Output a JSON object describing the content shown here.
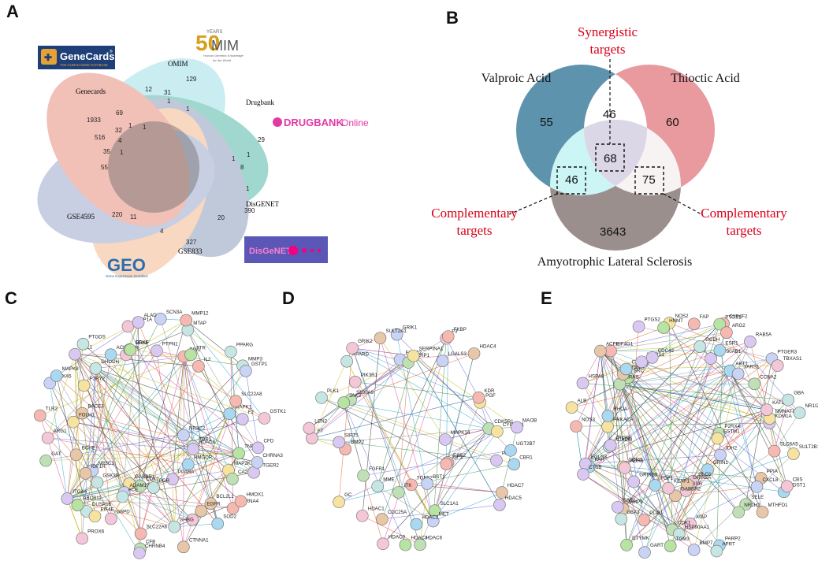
{
  "panels": {
    "a": "A",
    "b": "B",
    "c": "C",
    "d": "D",
    "e": "E"
  },
  "panel_a": {
    "logos": {
      "genecards": {
        "name": "GeneCards",
        "tagline": "THE HUMAN GENE DATABASE",
        "reg": "®"
      },
      "omim": {
        "big": "50",
        "small": "YEARS",
        "word": "MIM",
        "tagline1": "Human Genetics Knowledge",
        "tagline2": "for the World"
      },
      "drugbank": {
        "text": "DRUGBANK",
        "suffix": " Online"
      },
      "geo": {
        "text": "GEO",
        "tagline": "Gene Expression Omnibus"
      },
      "disgenet": {
        "text": "DisGeNET"
      }
    },
    "set_labels": [
      "OMIM",
      "Drugbank",
      "DisGENET",
      "GSE833",
      "GSE4595",
      "Genecards"
    ],
    "numbers": [
      "129",
      "12",
      "31",
      "1",
      "1",
      "69",
      "1933",
      "32",
      "1",
      "1",
      "516",
      "4",
      "35",
      "55",
      "29",
      "1",
      "1",
      "8",
      "1",
      "1",
      "390",
      "220",
      "11",
      "4",
      "20",
      "327"
    ]
  },
  "panel_b": {
    "synergistic": [
      "Synergistic",
      "targets"
    ],
    "complementary_left": [
      "Complementary",
      "targets"
    ],
    "complementary_right": [
      "Complementary",
      "targets"
    ],
    "set_valproic": "Valproic Acid",
    "set_thioctic": "Thioctic Acid",
    "set_als": "Amyotrophic Lateral Sclerosis",
    "values": {
      "va_only": "55",
      "ta_only": "60",
      "als_only": "3643",
      "va_ta": "46",
      "va_als": "46",
      "ta_als": "75",
      "all": "68"
    },
    "colors": {
      "valproic": "#5e93ae",
      "thioctic": "#e99a9f",
      "als": "#9a8f8d",
      "center": "#dcd7e6",
      "va_als": "#ccf5f5",
      "ta_als": "#f7f3f3",
      "highlight": "#d7001a"
    }
  },
  "panel_c": {
    "nodes": [
      "NR3C2",
      "TOP1",
      "HDAC8",
      "HMGCR",
      "PPARA",
      "PGR",
      "CDK2",
      "GABBR1",
      "ADAM17",
      "ACE",
      "NR3C1",
      "GSK3B",
      "IGF1R",
      "BCHE",
      "BACE3",
      "FOLH1",
      "P2RY2",
      "DHODH",
      "ACHE",
      "AR",
      "CDK6",
      "BRAF",
      "PTPN1",
      "PIN1",
      "TTR",
      "IL2",
      "MAPK1",
      "SLC22A8",
      "F2",
      "TNF",
      "MAP2K1",
      "CA2",
      "MIF",
      "BCL2L1",
      "EGFR",
      "SHBG",
      "SLC22A6",
      "G6PD",
      "DUSP16",
      "EIF4E",
      "ABCB11",
      "ITGA4",
      "GAT",
      "ARG1",
      "TLR2",
      "ANXA5",
      "MAPK8",
      "ABL1",
      "PTGDS",
      "FKBP1A",
      "SCN3A",
      "ALAD",
      "MTAP",
      "MMP12",
      "MMP3",
      "PPARG",
      "GSTP1",
      "CFD",
      "GSTK1",
      "PTGER2",
      "CHRNA3",
      "CHRNA4",
      "HMOX1",
      "SOD2",
      "CTNNA1",
      "CFB",
      "CHRNB4",
      "PROX6"
    ]
  },
  "panel_d": {
    "nodes": [
      "MAPK14",
      "ESR2",
      "IGF1",
      "TGFB2",
      "BST1",
      "ITK",
      "MME",
      "FGFR1",
      "BMP2",
      "SIRT5",
      "S100A9",
      "JAK3",
      "PIK3R1",
      "FGFR2",
      "PARP1",
      "SERPINA1",
      "LGALS3",
      "PGF",
      "KDR",
      "CDK5R1",
      "CYP27B1",
      "PADI4",
      "SLC1A1",
      "MET",
      "HDAC2",
      "HDAC1",
      "CDC25A",
      "GC",
      "F7",
      "LCN2",
      "PLK1",
      "PPARD",
      "GRIK2",
      "GRIK1",
      "SULT2A1",
      "F3",
      "FKBP",
      "HDAC4",
      "MAOB",
      "UGT2B7",
      "CBR1",
      "HDAC7",
      "HDAC5",
      "HDAC6",
      "HDAC3",
      "HDAC9"
    ]
  },
  "panel_e": {
    "nodes": [
      "P2RX4",
      "GSTM1",
      "IDH2",
      "GRIN1",
      "GLO1",
      "GSR",
      "GRIN2A",
      "GABBR2",
      "KEAP1",
      "GRIN2B",
      "FGF1",
      "SORD",
      "ADH5",
      "PRKACA",
      "ACADM",
      "PTPRF",
      "RHOA",
      "SRC",
      "HRAS",
      "ERBB4",
      "CSNK2A1",
      "WARS1",
      "CDC42",
      "HSP90AB1",
      "GCDH",
      "AKT1",
      "ESR1",
      "YARS1",
      "CCNA2",
      "KDM1A",
      "NMNAT1",
      "KAT2B",
      "SLC6A5",
      "PPIA",
      "SELE",
      "CXCL8",
      "NR1H2",
      "XIAP",
      "CDK1",
      "HSP90AA1",
      "PLAU",
      "MMP9",
      "SAE1",
      "UBA2",
      "PAH",
      "EGLN3",
      "CTSB",
      "ALB",
      "NOS3",
      "HSPA8",
      "EIF4G1",
      "ACPP",
      "PTGS2",
      "NOS2",
      "HNMT",
      "FAP",
      "CYP4F2",
      "PTGS1",
      "ARG2",
      "RAB5A",
      "PTGER3",
      "TBXAS1",
      "GBA",
      "NR1I2",
      "SULT2B1",
      "NDST1",
      "CBS",
      "MTHFD1",
      "PARP2",
      "APRT",
      "TGM3",
      "BMP7",
      "DTYMK",
      "GART"
    ]
  }
}
